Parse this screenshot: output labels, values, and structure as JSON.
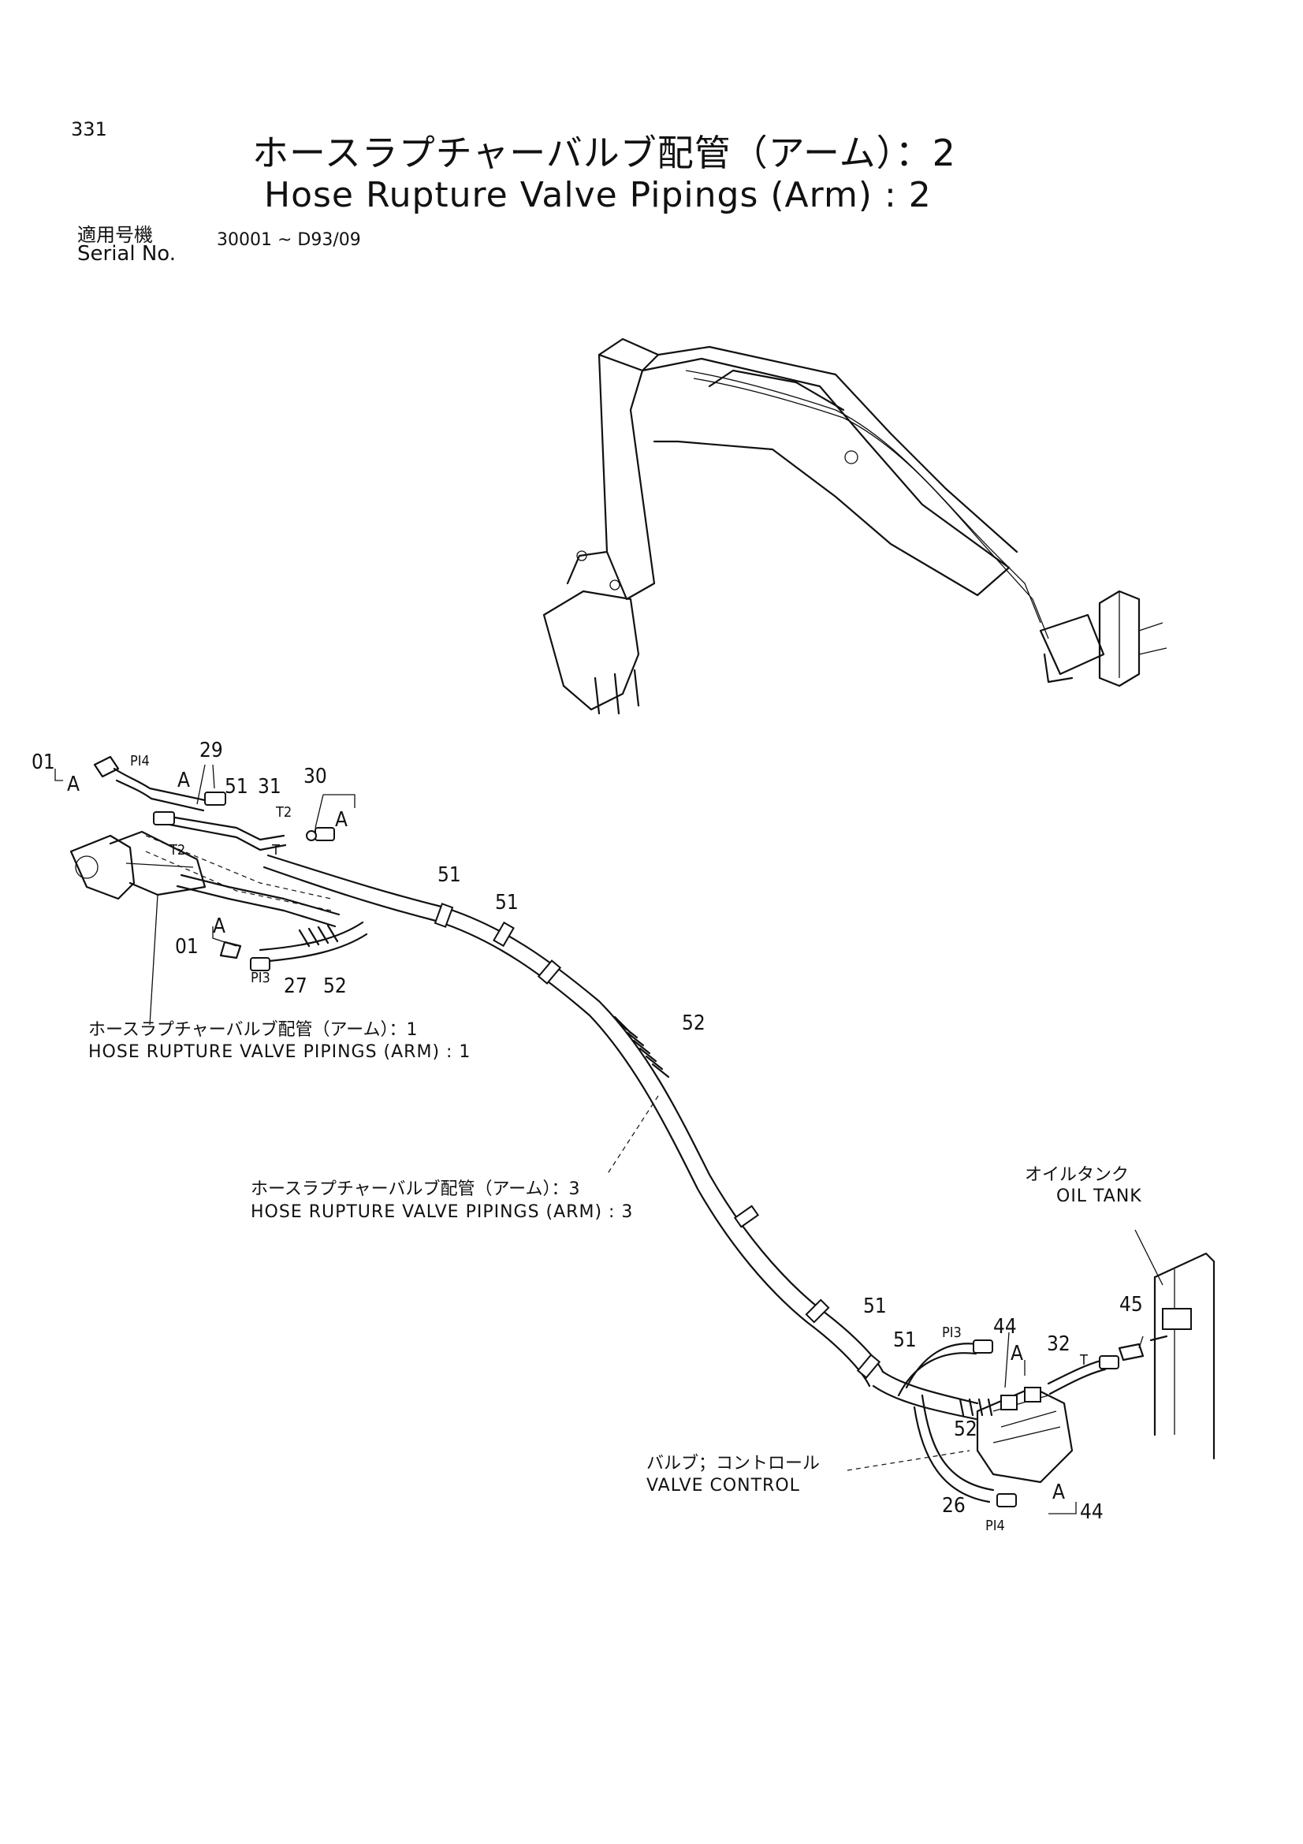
{
  "page_number": "331",
  "title_jp": "ホースラプチャーバルブ配管（アーム）：2",
  "title_en": "Hose Rupture Valve Pipings (Arm) : 2",
  "serial": {
    "label_jp": "適用号機",
    "label_en": "Serial No.",
    "range": "30001 ~ D93/09"
  },
  "callouts": {
    "c01_top": "01",
    "a_top": "A",
    "pi4_top": "PI4",
    "c29": "29",
    "a_29": "A",
    "c51_a": "51",
    "c31": "31",
    "t2_top": "T2",
    "t_top": "T",
    "c30": "30",
    "a_30": "A",
    "t2_mid": "T2",
    "c51_b": "51",
    "c51_c": "51",
    "a_mid": "A",
    "c01_mid": "01",
    "pi3_left": "PI3",
    "c27": "27",
    "c52_a": "52",
    "c52_b": "52",
    "c51_d": "51",
    "c51_e": "51",
    "pi3_right": "PI3",
    "c44_top": "44",
    "a_44_top": "A",
    "c32": "32",
    "t_right": "T",
    "c45": "45",
    "c52_c": "52",
    "c26": "26",
    "a_44_bottom": "A",
    "c44_bottom": "44",
    "pi4_bottom": "PI4"
  },
  "references": {
    "ref1_jp": "ホースラプチャーバルブ配管（アーム）：1",
    "ref1_en": "HOSE RUPTURE VALVE PIPINGS (ARM) : 1",
    "ref3_jp": "ホースラプチャーバルブ配管（アーム）：3",
    "ref3_en": "HOSE RUPTURE VALVE PIPINGS (ARM) : 3",
    "oil_tank_jp": "オイルタンク",
    "oil_tank_en": "OIL TANK",
    "valve_jp": "バルブ；コントロール",
    "valve_en": "VALVE CONTROL"
  }
}
